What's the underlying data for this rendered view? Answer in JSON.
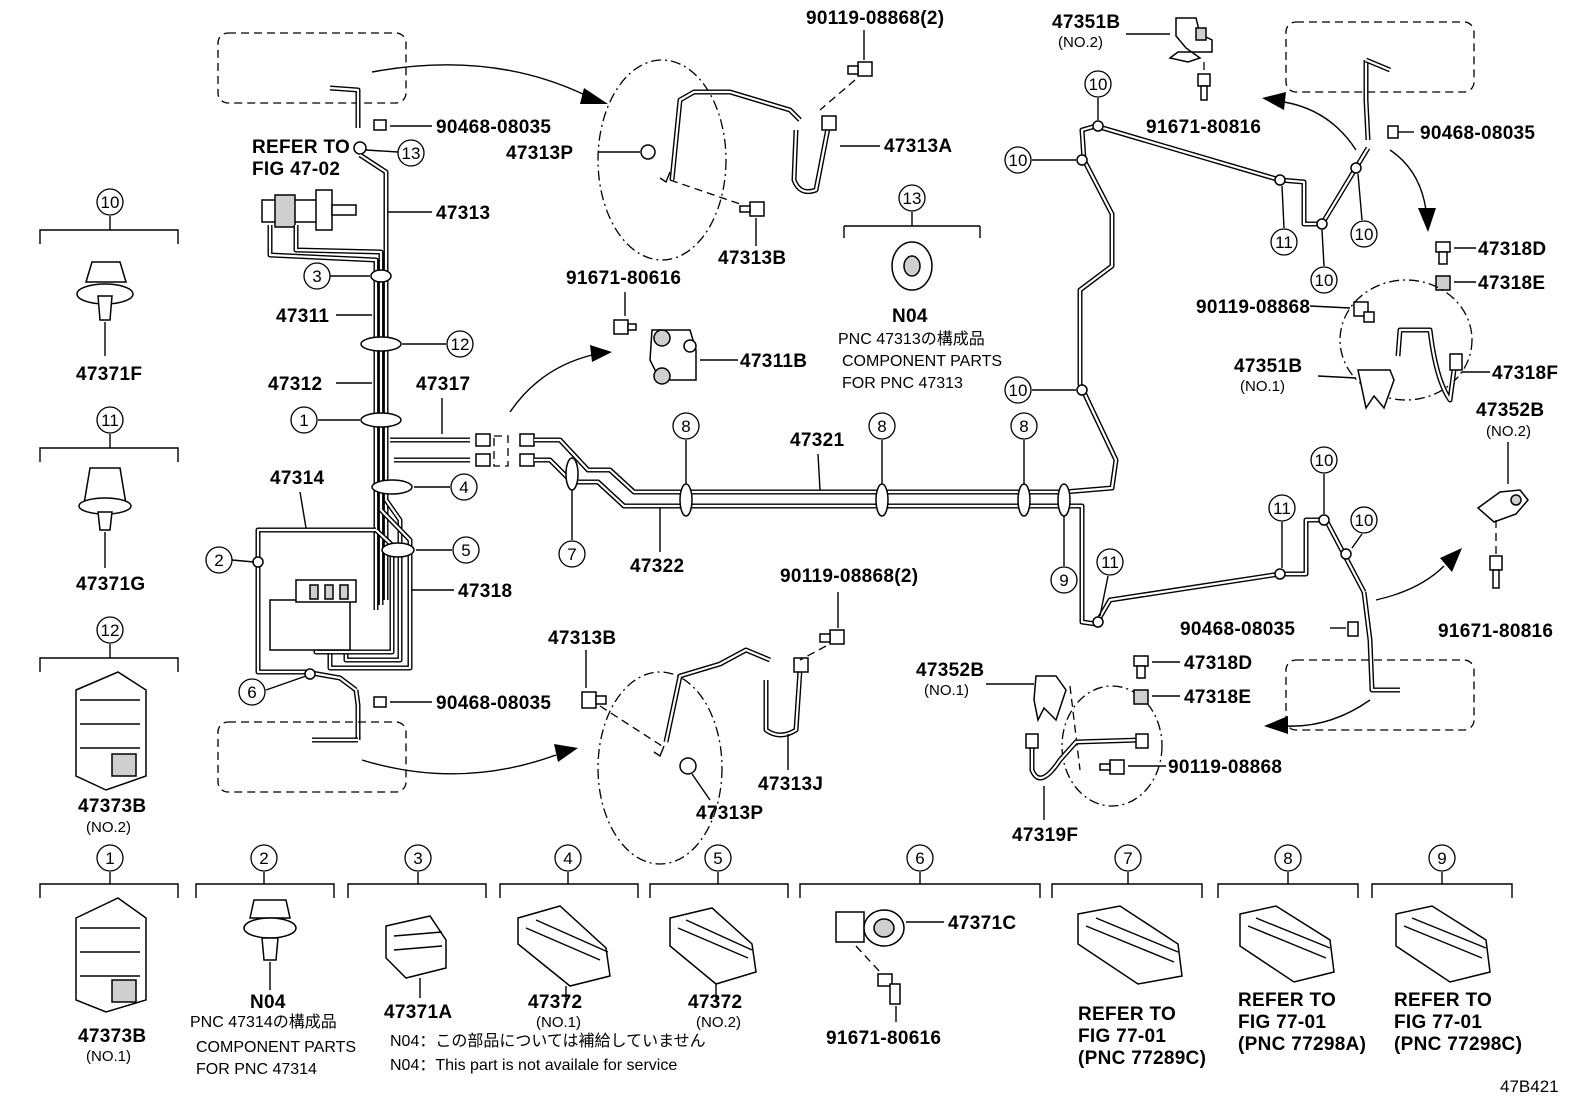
{
  "diagram_code": "47B421",
  "refs": {
    "refer_fig_4702_line1": "REFER TO",
    "refer_fig_4702_line2": "FIG 47-02"
  },
  "parts": {
    "p47313": "47313",
    "p47311": "47311",
    "p47312": "47312",
    "p47314": "47314",
    "p47317": "47317",
    "p47318": "47318",
    "p47321": "47321",
    "p47322": "47322",
    "p47313P_top": "47313P",
    "p47313A": "47313A",
    "p47313B_top": "47313B",
    "p90119_top": "90119-08868(2)",
    "p91671_80616_mid": "91671-80616",
    "p47311B": "47311B",
    "p90468_top_left": "90468-08035",
    "p90468_bottom_left": "90468-08035",
    "p47313B_bot": "47313B",
    "p90119_bot": "90119-08868(2)",
    "p47313J": "47313J",
    "p47313P_bot": "47313P",
    "p47351B_top": "47351B",
    "p47351B_top_sub": "(NO.2)",
    "p91671_80816_top": "91671-80816",
    "p90468_top_right": "90468-08035",
    "p47318D_top": "47318D",
    "p47318E_top": "47318E",
    "p90119_right": "90119-08868",
    "p47351B_mid": "47351B",
    "p47351B_mid_sub": "(NO.1)",
    "p47318F": "47318F",
    "p47352B_right": "47352B",
    "p47352B_right_sub": "(NO.2)",
    "p91671_80816_right": "91671-80816",
    "p90468_bot_right": "90468-08035",
    "p47352B_bot": "47352B",
    "p47352B_bot_sub": "(NO.1)",
    "p47318D_bot": "47318D",
    "p47318E_bot": "47318E",
    "p90119_bot_right": "90119-08868",
    "p47319F": "47319F",
    "n04_mid": "N04",
    "n04_mid_note1": "PNC 47313の構成品",
    "n04_mid_note2": "COMPONENT PARTS",
    "n04_mid_note3": "FOR PNC 47313"
  },
  "callouts": {
    "c1": "1",
    "c2": "2",
    "c3": "3",
    "c4": "4",
    "c5": "5",
    "c6": "6",
    "c7": "7",
    "c8": "8",
    "c9": "9",
    "c10": "10",
    "c11": "11",
    "c12": "12",
    "c13": "13"
  },
  "legend_left": {
    "l10_part": "47371F",
    "l11_part": "47371G",
    "l12_part": "47373B",
    "l12_sub": "(NO.2)"
  },
  "legend_bottom": {
    "b1_part": "47373B",
    "b1_sub": "(NO.1)",
    "b2_part": "N04",
    "b2_note1": "PNC 47314の構成品",
    "b2_note2": "COMPONENT PARTS",
    "b2_note3": "FOR PNC 47314",
    "b3_part": "47371A",
    "b4_part": "47372",
    "b4_sub": "(NO.1)",
    "b5_part": "47372",
    "b5_sub": "(NO.2)",
    "b6_part_a": "47371C",
    "b6_part_b": "91671-80616",
    "b7_line1": "REFER TO",
    "b7_line2": "FIG 77-01",
    "b7_line3": "(PNC 77289C)",
    "b8_line1": "REFER TO",
    "b8_line2": "FIG 77-01",
    "b8_line3": "(PNC 77298A)",
    "b9_line1": "REFER TO",
    "b9_line2": "FIG 77-01",
    "b9_line3": "(PNC 77298C)"
  },
  "footnote": {
    "jp": "N04：この部品については補給していません",
    "en": "N04：This part is not availale for service"
  }
}
